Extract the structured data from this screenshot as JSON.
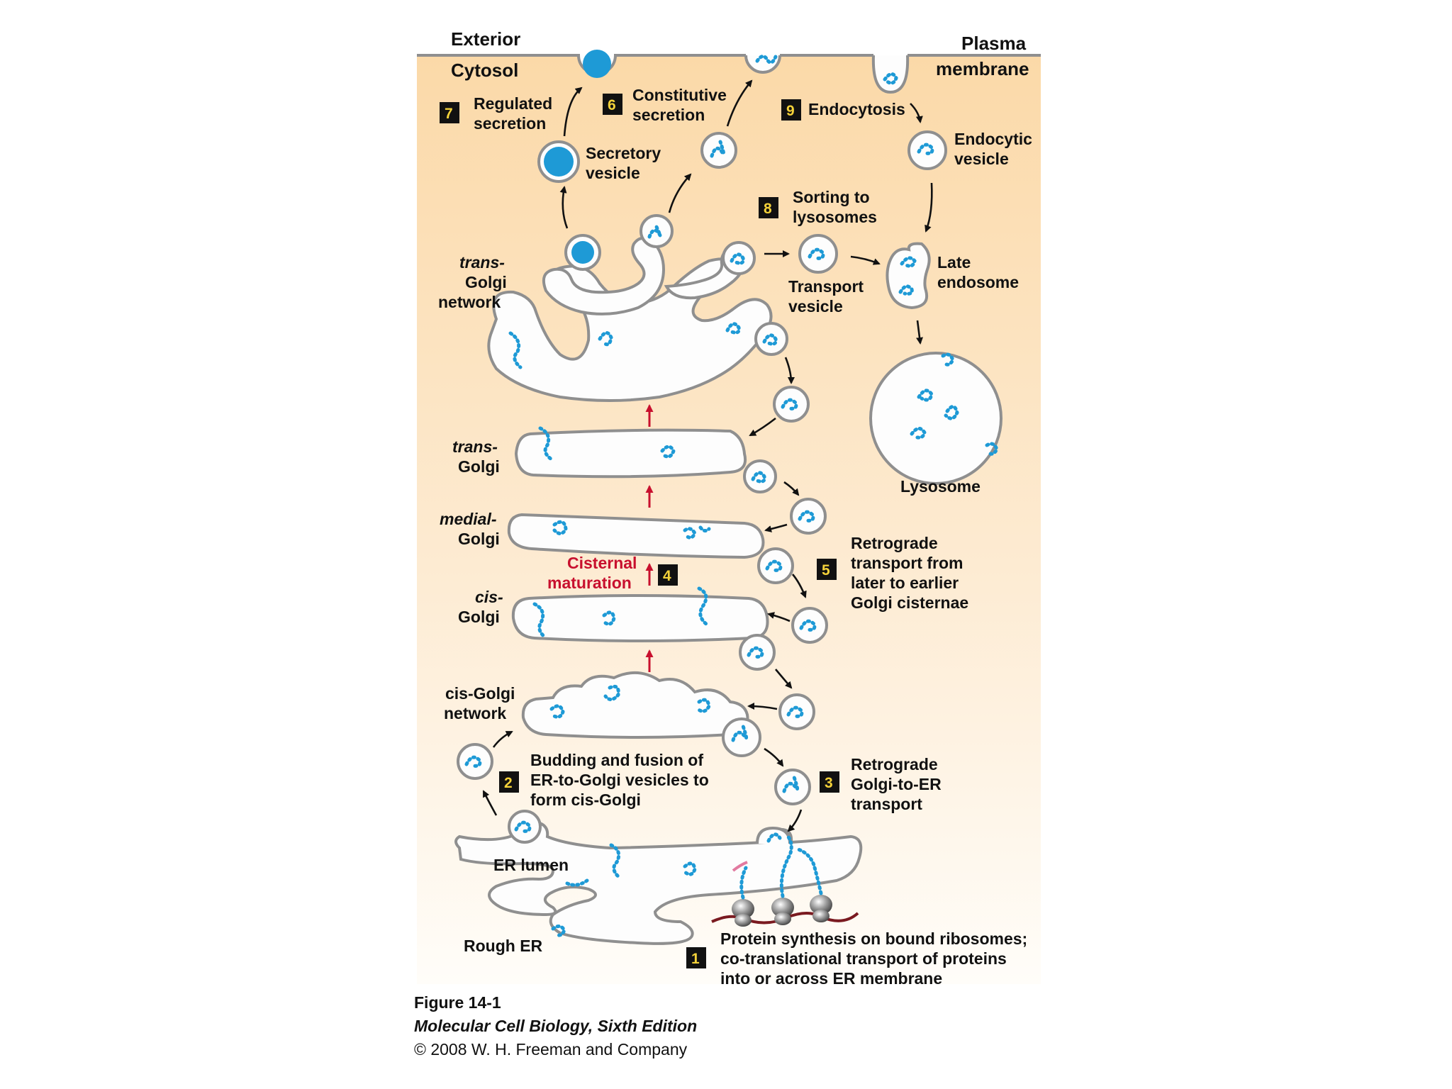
{
  "labels": {
    "exterior": "Exterior",
    "cytosol": "Cytosol",
    "plasma_membrane_1": "Plasma",
    "plasma_membrane_2": "membrane",
    "regulated_1": "Regulated",
    "regulated_2": "secretion",
    "constitutive_1": "Constitutive",
    "constitutive_2": "secretion",
    "endocytosis": "Endocytosis",
    "endocytic_1": "Endocytic",
    "endocytic_2": "vesicle",
    "secretory_1": "Secretory",
    "secretory_2": "vesicle",
    "sorting_1": "Sorting to",
    "sorting_2": "lysosomes",
    "transport_1": "Transport",
    "transport_2": "vesicle",
    "late_1": "Late",
    "late_2": "endosome",
    "tgn_1": "trans-",
    "tgn_2": "Golgi",
    "tgn_3": "network",
    "trans_1": "trans-",
    "trans_2": "Golgi",
    "medial_1": "medial-",
    "medial_2": "Golgi",
    "cis_1": "cis-",
    "cis_2": "Golgi",
    "cgn_1": "cis-Golgi",
    "cgn_2": "network",
    "lysosome": "Lysosome",
    "cisternal_1": "Cisternal",
    "cisternal_2": "maturation",
    "retro5_1": "Retrograde",
    "retro5_2": "transport from",
    "retro5_3": "later to earlier",
    "retro5_4": "Golgi cisternae",
    "bud_1": "Budding and fusion of",
    "bud_2": "ER-to-Golgi vesicles to",
    "bud_3": "form cis-Golgi",
    "retro3_1": "Retrograde",
    "retro3_2": "Golgi-to-ER",
    "retro3_3": "transport",
    "er_lumen": "ER lumen",
    "rough_er": "Rough ER",
    "synth_1": "Protein synthesis on bound ribosomes;",
    "synth_2": "co-translational transport of proteins",
    "synth_3": "into or across ER membrane"
  },
  "steps": [
    "1",
    "2",
    "3",
    "4",
    "5",
    "6",
    "7",
    "8",
    "9"
  ],
  "caption": {
    "figure": "Figure 14-1",
    "book": "Molecular Cell Biology, Sixth Edition",
    "copyright": "© 2008 W. H. Freeman and Company"
  },
  "colors": {
    "cytosol_bg": "#fbd9a8",
    "membrane": "#8f8f8f",
    "protein": "#1e9ad6",
    "step_box": "#111111",
    "step_text": "#f4d23a",
    "maturation_red": "#c8102e"
  }
}
